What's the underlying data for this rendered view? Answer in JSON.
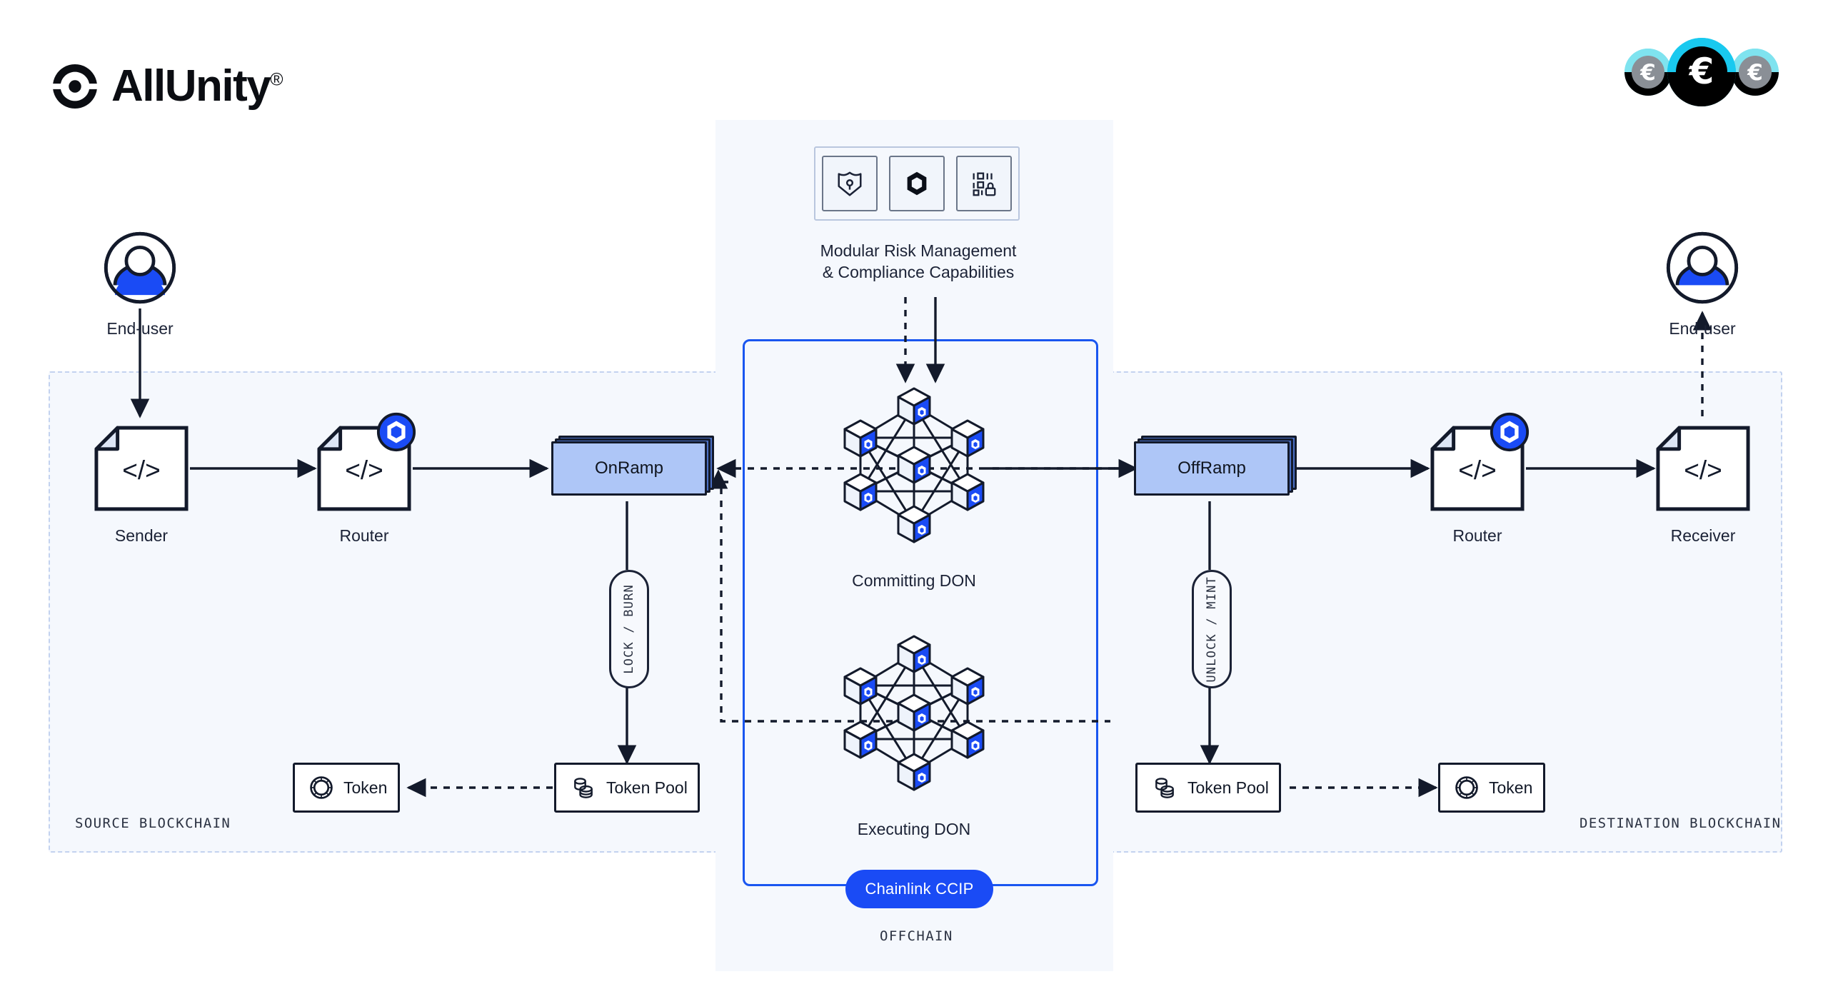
{
  "brand": {
    "logo_text": "AllUnity",
    "logo_trademark": "®",
    "logo_icon": "allunity-target-icon",
    "coin_symbol": "€",
    "coin_icon": "euro-coin-stack-icon",
    "accent_blue": "#1a4bf5",
    "accent_cyan": "#22d3ee",
    "node_fill": "#aec6f7",
    "node_fill_back": "#4a6fc4",
    "ink": "#131a2b",
    "zone_border": "#c3d2ef",
    "zone_fill": "#f5f8fd"
  },
  "zones": {
    "source": {
      "label": "SOURCE BLOCKCHAIN"
    },
    "destination": {
      "label": "DESTINATION BLOCKCHAIN"
    },
    "offchain": {
      "label": "OFFCHAIN"
    }
  },
  "ccip": {
    "pill_label": "Chainlink CCIP",
    "frame_color": "#1a56f0"
  },
  "risk": {
    "caption_line1": "Modular Risk Management",
    "caption_line2": "& Compliance Capabilities",
    "tiles": [
      {
        "icon": "shield-keyhole-icon",
        "name": "risk-tile-shield"
      },
      {
        "icon": "chainlink-hexagon-icon",
        "name": "risk-tile-chainlink"
      },
      {
        "icon": "data-lock-icon",
        "name": "risk-tile-data-lock"
      }
    ]
  },
  "dons": [
    {
      "label": "Committing DON",
      "icon": "don-node-network-icon"
    },
    {
      "label": "Executing DON",
      "icon": "don-node-network-icon"
    }
  ],
  "source_chain": {
    "end_user": {
      "label": "End-user",
      "icon": "user-avatar-icon"
    },
    "sender": {
      "label": "Sender",
      "icon": "code-document-icon"
    },
    "router": {
      "label": "Router",
      "icon": "code-document-icon",
      "badge": "chainlink-badge-icon"
    },
    "onramp": {
      "label": "OnRamp"
    },
    "operation": {
      "label": "LOCK / BURN"
    },
    "token": {
      "label": "Token",
      "icon": "token-coin-icon"
    },
    "token_pool": {
      "label": "Token Pool",
      "icon": "token-pool-stack-icon"
    }
  },
  "destination_chain": {
    "end_user": {
      "label": "End-user",
      "icon": "user-avatar-icon"
    },
    "receiver": {
      "label": "Receiver",
      "icon": "code-document-icon"
    },
    "router": {
      "label": "Router",
      "icon": "code-document-icon",
      "badge": "chainlink-badge-icon"
    },
    "offramp": {
      "label": "OffRamp"
    },
    "operation": {
      "label": "UNLOCK / MINT"
    },
    "token": {
      "label": "Token",
      "icon": "token-coin-icon"
    },
    "token_pool": {
      "label": "Token Pool",
      "icon": "token-pool-stack-icon"
    }
  }
}
